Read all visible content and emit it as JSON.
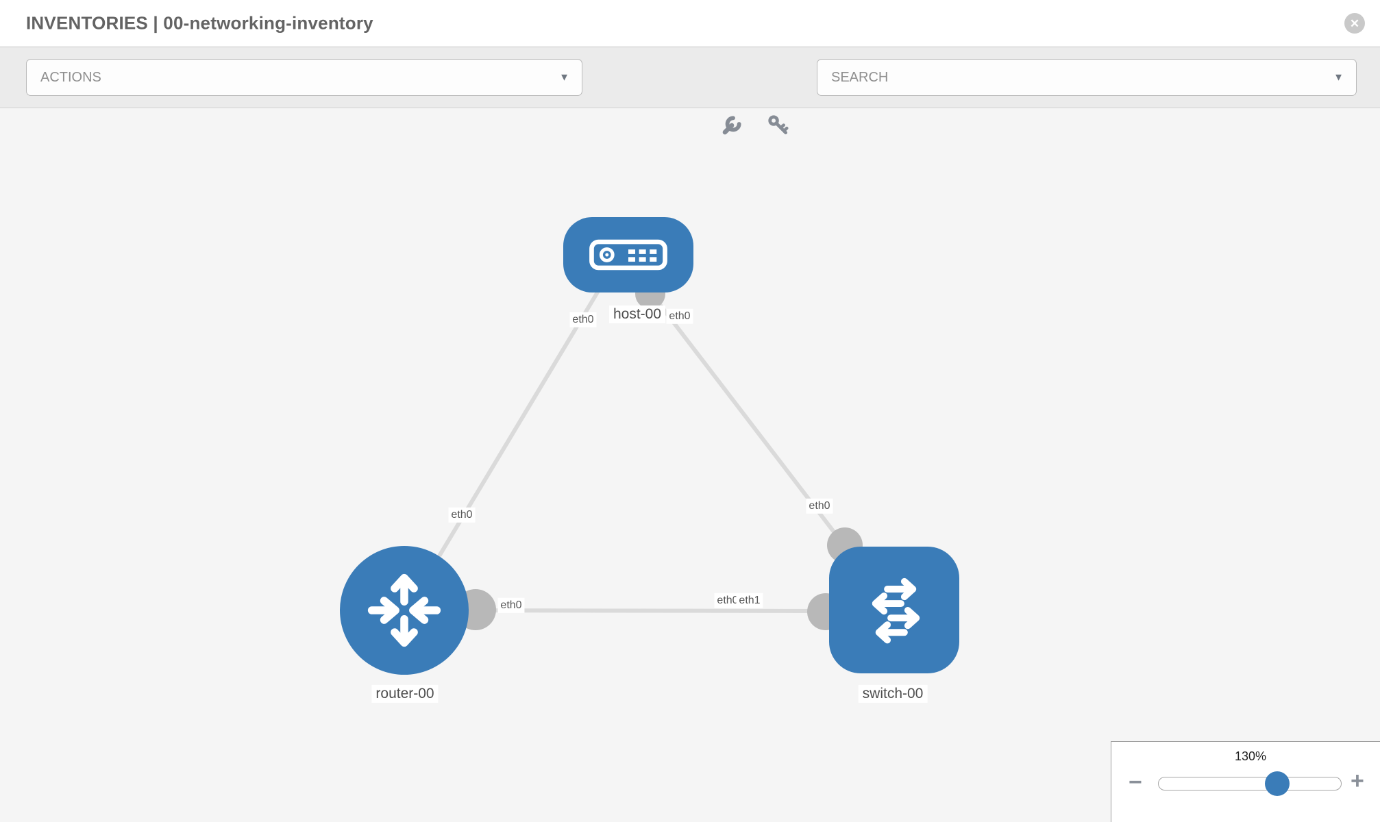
{
  "header": {
    "title": "INVENTORIES | 00-networking-inventory"
  },
  "toolbar": {
    "actions_label": "ACTIONS",
    "search_placeholder": "SEARCH"
  },
  "topology": {
    "nodes": [
      {
        "label": "host-00",
        "type": "host"
      },
      {
        "label": "router-00",
        "type": "router"
      },
      {
        "label": "switch-00",
        "type": "switch"
      }
    ],
    "links": [
      {
        "from": "host-00",
        "to": "router-00",
        "labels": [
          "eth0",
          "eth0"
        ]
      },
      {
        "from": "host-00",
        "to": "switch-00",
        "labels": [
          "eth0",
          "eth0"
        ]
      },
      {
        "from": "router-00",
        "to": "switch-00",
        "labels": [
          "eth0",
          "eth1"
        ]
      }
    ],
    "iface_chips": [
      {
        "text": "eth0"
      },
      {
        "text": "eth0"
      },
      {
        "text": "eth0"
      },
      {
        "text": "eth0"
      },
      {
        "text": "eth0"
      },
      {
        "text": "eth0"
      },
      {
        "text": "eth1"
      }
    ]
  },
  "zoom_control": {
    "level": "130%",
    "minus": "−",
    "plus": "+"
  },
  "icons": {
    "close": "✕",
    "caret": "▼"
  },
  "colors": {
    "node_blue": "#3a7cb8",
    "link_gray": "#dadada",
    "port_gray": "#b8b8b8",
    "toolbar_gray": "#ebebeb",
    "canvas_gray": "#f5f5f5"
  }
}
